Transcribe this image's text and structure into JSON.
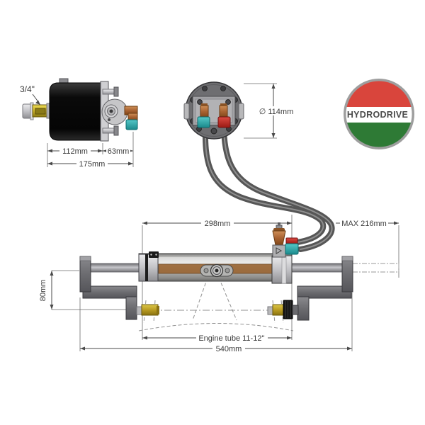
{
  "diagram": {
    "title_hidden": "",
    "logo": {
      "text": "HYDRODRIVE",
      "stripe_top_color": "#D9453C",
      "stripe_middle_color": "#FFFFFF",
      "stripe_bottom_color": "#2E7A35",
      "ring_color": "#9E9E9E"
    },
    "labels": {
      "shaft_size": "3/4\"",
      "pump_body_width": "112mm",
      "pump_head_width": "63mm",
      "pump_total_width": "175mm",
      "pump_diameter": "∅ 114mm",
      "cylinder_length": "298mm",
      "hose_clearance": "MAX 216mm",
      "tiller_drop": "80mm",
      "engine_tube": "Engine tube 11-12''",
      "overall_width": "540mm"
    },
    "colors": {
      "hose": "#565656",
      "brass": "#C2A42A",
      "copper": "#B07040",
      "teal_fitting": "#2AA8A8",
      "red_fitting": "#C32222",
      "pump_body": "#111111",
      "bracket": "#6E6E72",
      "dimension_line": "#4A4A4A"
    }
  }
}
